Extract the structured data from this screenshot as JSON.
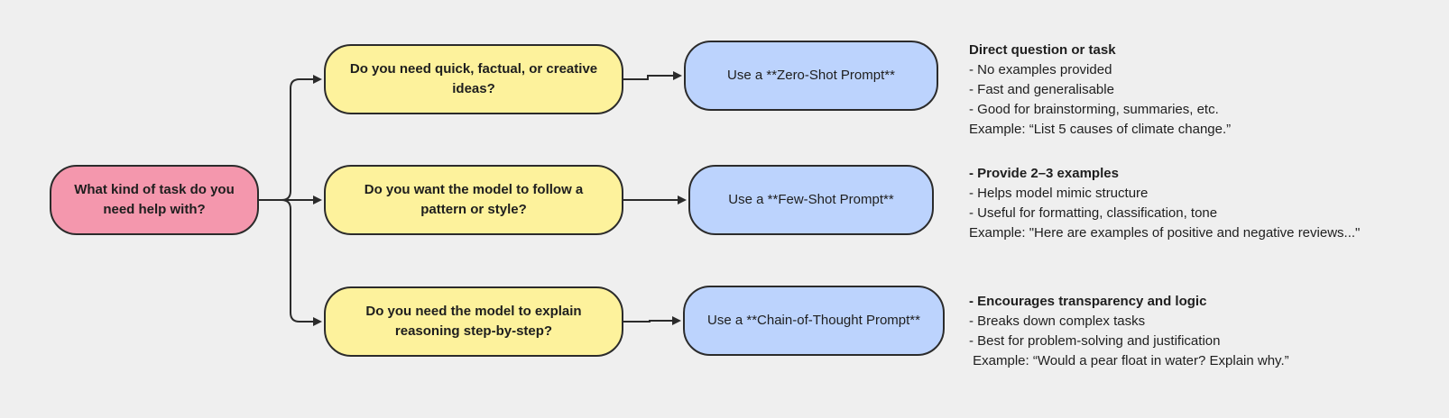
{
  "root": {
    "label": "What kind of task do you need help with?"
  },
  "questions": [
    {
      "label": "Do you need quick, factual, or creative ideas?"
    },
    {
      "label": "Do you want the model to follow a pattern or style?"
    },
    {
      "label": "Do you need the model to explain reasoning step-by-step?"
    }
  ],
  "answers": [
    {
      "label": "Use a **Zero-Shot Prompt**"
    },
    {
      "label": "Use a **Few-Shot Prompt**"
    },
    {
      "label": "Use a **Chain-of-Thought Prompt**"
    }
  ],
  "descriptions": [
    {
      "heading": "Direct question or task",
      "lines": [
        "- No examples provided",
        "- Fast and generalisable",
        "- Good for brainstorming, summaries, etc."
      ],
      "example": "Example: “List 5 causes of climate change.”"
    },
    {
      "heading": "- Provide 2–3 examples",
      "lines": [
        "- Helps model mimic structure",
        "- Useful for formatting, classification, tone"
      ],
      "example": "Example: \"Here are examples of positive and negative reviews...\""
    },
    {
      "heading": "- Encourages transparency and logic",
      "lines": [
        "- Breaks down complex tasks",
        "- Best for problem-solving and justification"
      ],
      "example": " Example: “Would a pear float in water? Explain why.”"
    }
  ]
}
